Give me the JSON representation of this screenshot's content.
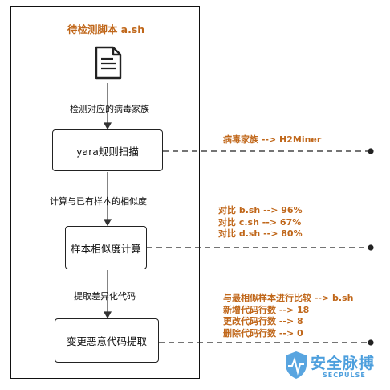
{
  "title": "待检测脚本 a.sh",
  "icon": "document-icon",
  "steps": {
    "step1": "检测对应的病毒家族",
    "step2": "计算与已有样本的相似度",
    "step3": "提取差异化代码"
  },
  "boxes": {
    "box1": "yara规则扫描",
    "box2": "样本相似度计算",
    "box3": "变更恶意代码提取"
  },
  "notes": {
    "family": "病毒家族 --> H2Miner",
    "similarity": [
      "对比 b.sh -->   96%",
      "对比 c.sh -->   67%",
      "对比 d.sh -->   80%"
    ],
    "diff": [
      "与最相似样本进行比较 --> b.sh",
      "新增代码行数 --> 18",
      "更改代码行数 --> 8",
      "删除代码行数 --> 0"
    ]
  },
  "logo": {
    "name": "安全脉搏",
    "sub": "SECPULSE"
  },
  "colors": {
    "accent": "#c0671a",
    "logo": "#2f8fd8"
  }
}
